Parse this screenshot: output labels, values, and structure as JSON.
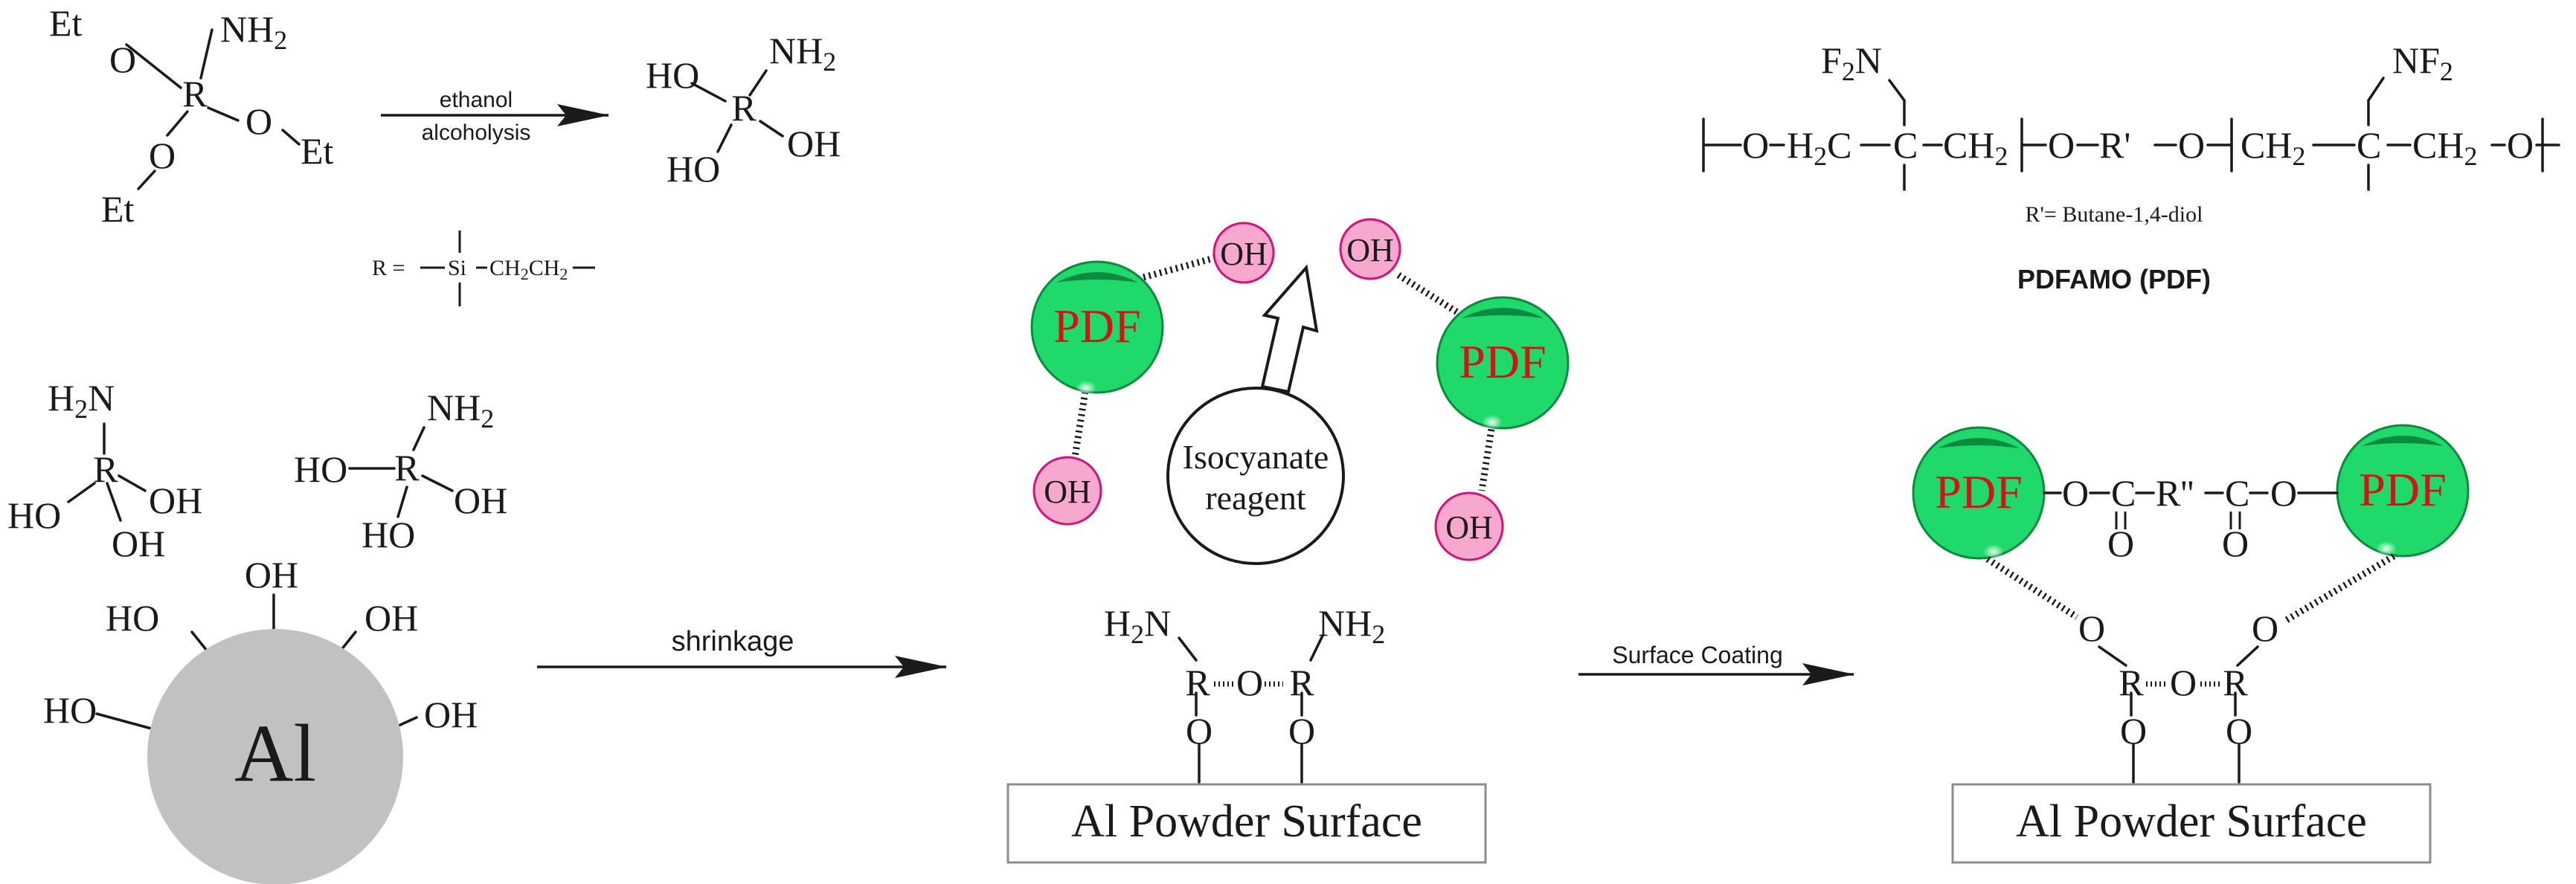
{
  "colors": {
    "pdf_fill": "#1fd96a",
    "pdf_text": "#d31414",
    "oh_fill": "#f7a8cf",
    "oh_stroke": "#d4127a",
    "al_fill": "#c1c1c1",
    "ink": "#1a1a1a"
  },
  "chem": {
    "et": "Et",
    "o": "O",
    "r": "R",
    "nh2": "NH",
    "sub2": "2",
    "ho": "HO",
    "oh": "OH",
    "h2n_h": "H",
    "h2n_n": "N",
    "f2n_f": "F",
    "nf2": "NF",
    "r_def_lhs": "R =",
    "si": "Si",
    "ch2ch2_a": "CH",
    "ch2ch2_b": "CH"
  },
  "arrows": {
    "ethanol": "ethanol",
    "alcoholysis": "alcoholysis",
    "shrinkage": "shrinkage",
    "surface_coating": "Surface Coating"
  },
  "al_label": "Al",
  "pdf_label": "PDF",
  "isocyanate": {
    "line1": "Isocyanate",
    "line2": "reagent"
  },
  "surface_label": "Al Powder Surface",
  "pdfamo": {
    "o": "O",
    "h2c": "H",
    "c": "C",
    "ch2": "CH",
    "r_prime": "R'",
    "note": "R'= Butane-1,4-diol",
    "name": "PDFAMO (PDF)"
  },
  "linkage": {
    "c": "C",
    "r2": "R''",
    "o": "O"
  }
}
